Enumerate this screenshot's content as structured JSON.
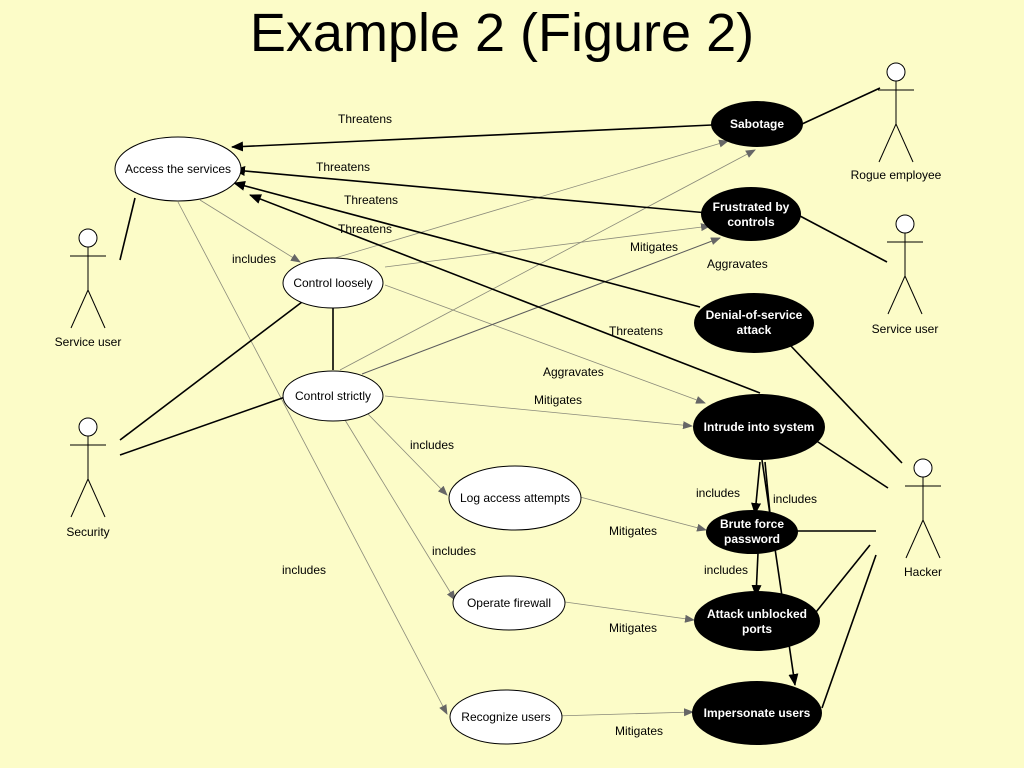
{
  "title": "Example 2 (Figure 2)",
  "actors": {
    "rogue_employee": "Rogue employee",
    "service_user_left": "Service user",
    "service_user_right": "Service user",
    "security": "Security",
    "hacker": "Hacker"
  },
  "use_cases": {
    "access_services": "Access the services",
    "control_loosely": "Control loosely",
    "control_strictly": "Control strictly",
    "log_access": "Log access attempts",
    "operate_firewall": "Operate firewall",
    "recognize_users": "Recognize users"
  },
  "misuse_cases": {
    "sabotage": [
      "Sabotage"
    ],
    "frustrated": [
      "Frustrated by",
      "controls"
    ],
    "dos": [
      "Denial-of-service",
      "attack"
    ],
    "intrude": [
      "Intrude into system"
    ],
    "brute_force": [
      "Brute force",
      "password"
    ],
    "attack_ports": [
      "Attack unblocked",
      "ports"
    ],
    "impersonate": [
      "Impersonate users"
    ]
  },
  "edge_labels": {
    "threatens_sabotage": "Threatens",
    "threatens_frustrated": "Threatens",
    "threatens_dos": "Threatens",
    "threatens_intrude_a": "Threatens",
    "threatens_intrude_b": "Threatens",
    "includes_loosely": "includes",
    "includes_log": "includes",
    "includes_firewall": "includes",
    "includes_recognize": "includes",
    "includes_brute": "includes",
    "includes_brute_b": "includes",
    "includes_ports": "includes",
    "mitigates_frustrated": "Mitigates",
    "aggravates_frustrated": "Aggravates",
    "aggravates_intrude": "Aggravates",
    "mitigates_intrude": "Mitigates",
    "mitigates_brute": "Mitigates",
    "mitigates_ports": "Mitigates",
    "mitigates_impersonate": "Mitigates"
  },
  "colors": {
    "background": "#fcfcc8",
    "misuse_fill": "#000000",
    "use_fill": "#ffffff",
    "thin_line": "#8a8a7a"
  }
}
